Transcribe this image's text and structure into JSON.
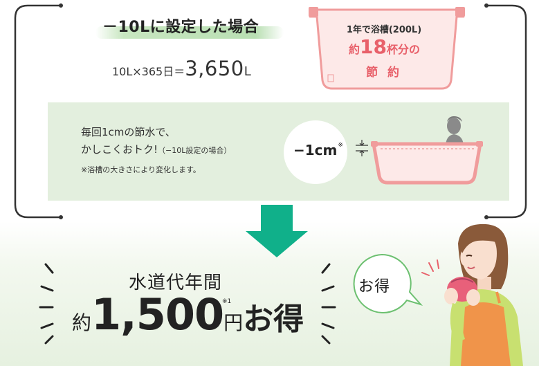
{
  "headline": "－10Lに設定した場合",
  "formula": {
    "prefix": "10L×365日＝",
    "total": "3,650",
    "unit": "L"
  },
  "tub_callout": {
    "line1": "1年で浴槽(200L)",
    "prefix": "約",
    "number": "18",
    "suffix": "杯分の",
    "line3": "節 約"
  },
  "info_box": {
    "line1": "毎回1cmの節水で、",
    "line2_main": "かしこくおトク!",
    "line2_note": "（−10L設定の場合）",
    "note": "※浴槽の大きさにより変化します。",
    "depth_label": "−1cm",
    "depth_mark": "※"
  },
  "result": {
    "annual_label": "水道代年間",
    "prefix": "約",
    "amount": "1,500",
    "unit": "円",
    "suffix": "お得",
    "footnote_mark": "※1"
  },
  "bubble": {
    "text": "お得"
  },
  "colors": {
    "accent_green": "#10b08a",
    "pink": "#e8606a",
    "tub_outline": "#f0a0a0",
    "box_green": "#e3efde"
  }
}
